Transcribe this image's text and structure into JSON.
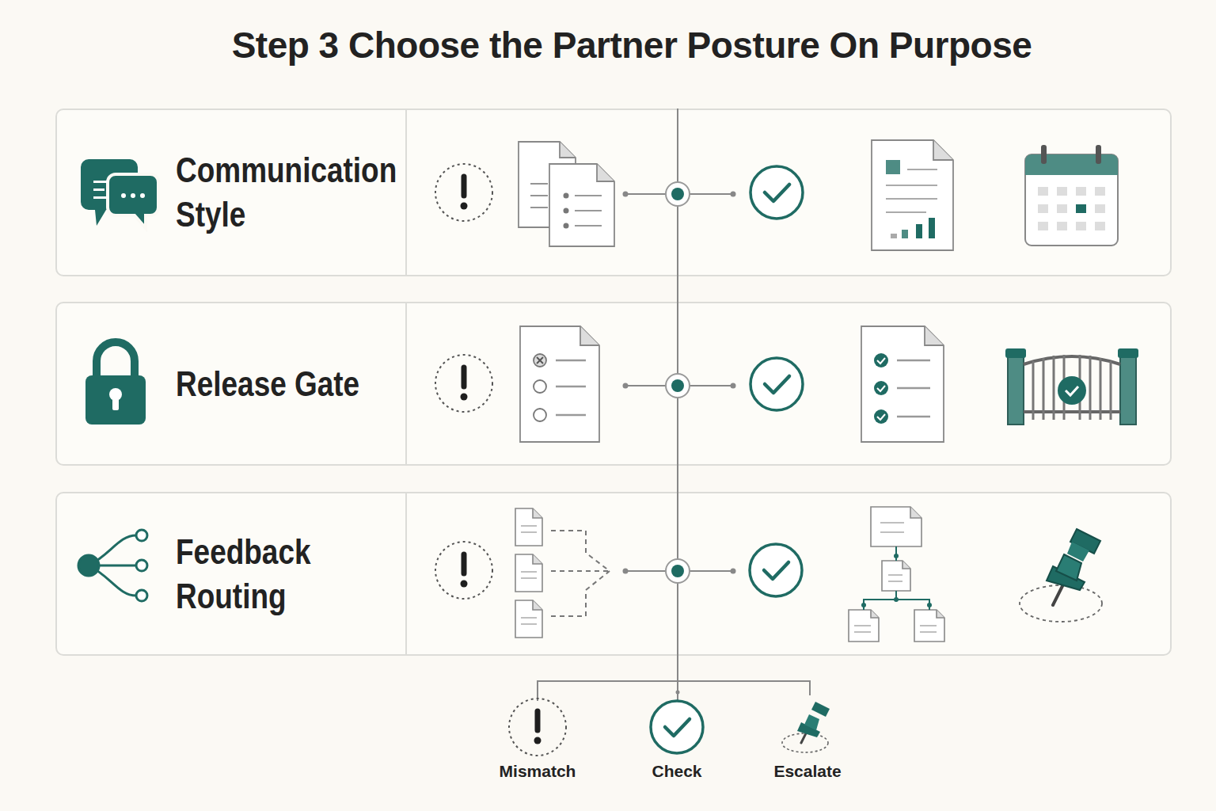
{
  "diagram": {
    "title": "Step 3 Choose the Partner Posture On Purpose",
    "nodes": [
      {
        "text": [
          "Communication Style"
        ]
      },
      {
        "text": [
          "Release Gate"
        ]
      },
      {
        "text": [
          "Feedback Routing"
        ]
      }
    ],
    "legend": [
      {
        "text": "Mismatch"
      },
      {
        "text": "Check"
      },
      {
        "text": "Escalate"
      }
    ]
  }
}
